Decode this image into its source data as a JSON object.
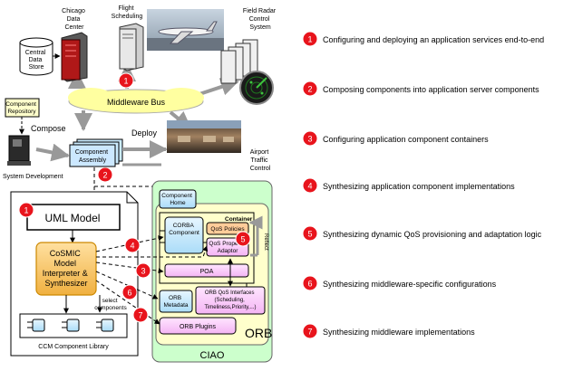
{
  "nodes": {
    "chicago_dc": "Chicago\nData\nCenter",
    "central_store": "Central\nData\nStore",
    "flight_sched": "Flight\nScheduling",
    "field_radar": "Field Radar\nControl\nSystem",
    "middleware_bus": "Middleware Bus",
    "comp_repo": "Component\nRepository",
    "compose": "Compose",
    "deploy": "Deploy",
    "comp_assembly": "Component\nAssembly",
    "atc": "Airport\nTraffic\nControl",
    "sys_dev": "System Development",
    "uml": "UML Model",
    "cosmic": "CoSMIC\nModel\nInterpreter &\nSynthesizer",
    "select": "select\ncomponents",
    "ccm_lib": "CCM Component Library",
    "comp_home": "Component\nHome",
    "container": "Container",
    "corba_comp": "CORBA\nComponent",
    "qos_policies": "QoS Policies",
    "qos_prop": "QoS Property\nAdaptor",
    "reflect": "Reflect",
    "poa": "POA",
    "orb_meta": "ORB\nMetadata",
    "orb_qos": "ORB QoS Interfaces\n(Scheduling,\nTimeliness,Priority,...)",
    "orb_plugins": "ORB Plugins",
    "orb": "ORB",
    "ciao": "CIAO"
  },
  "steps": [
    {
      "n": "1",
      "text": "Configuring and deploying an application services end-to-end"
    },
    {
      "n": "2",
      "text": "Composing components into application server components"
    },
    {
      "n": "3",
      "text": "Configuring application component containers"
    },
    {
      "n": "4",
      "text": "Synthesizing application component implementations"
    },
    {
      "n": "5",
      "text": "Synthesizing dynamic QoS provisioning and adaptation logic"
    },
    {
      "n": "6",
      "text": "Synthesizing middleware-specific configurations"
    },
    {
      "n": "7",
      "text": "Synthesizing middleware implementations"
    }
  ],
  "colors": {
    "badge": "#e8141c",
    "bus": "#ffffa0",
    "ciao_bg": "#ccffcc",
    "container_bg": "#ffffcc",
    "blue_box": "#ccecff",
    "pink_box": "#ffccff",
    "orange_box": "#ffcc66",
    "orange_border": "#cc8800"
  },
  "icons": {
    "server": "server-icon",
    "database": "database-icon",
    "airplane_photo": "airplane-photo",
    "radar": "radar-icon",
    "control_tower_photo": "control-tower-photo"
  }
}
